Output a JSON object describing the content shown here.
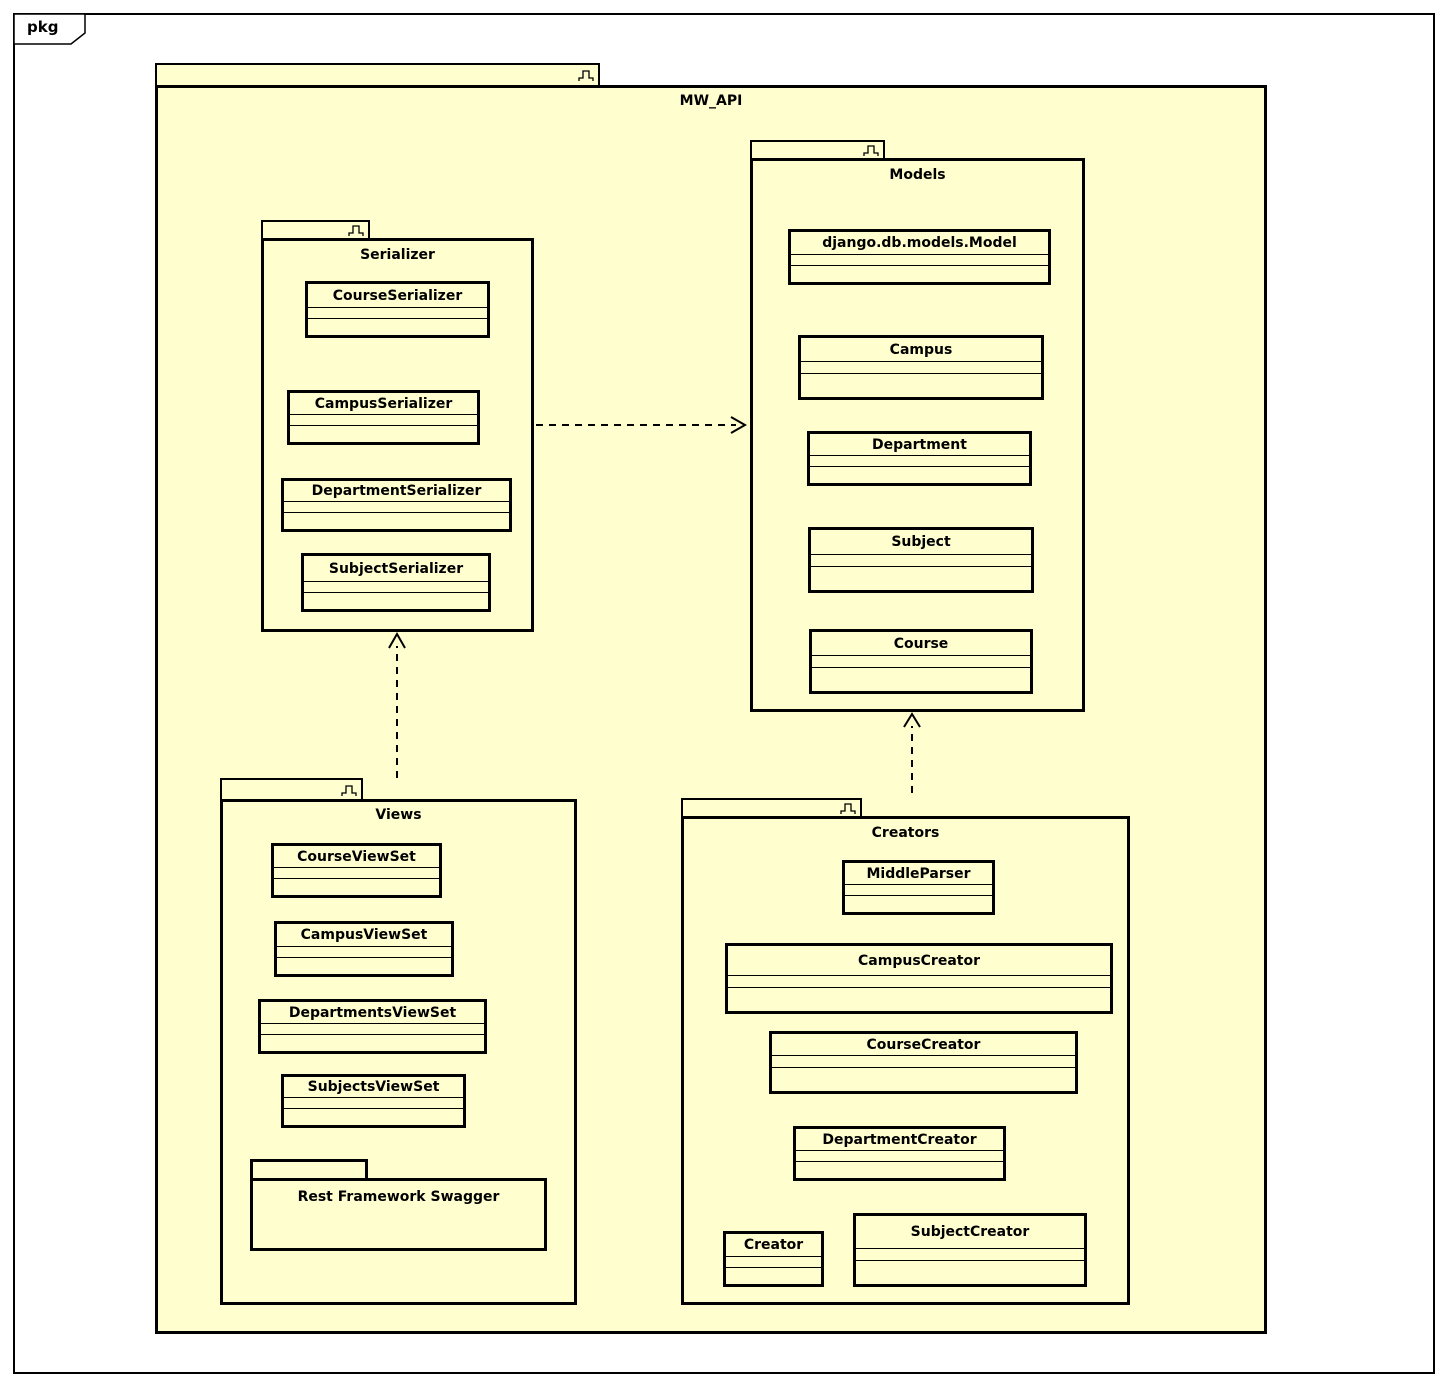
{
  "frame": {
    "label": "pkg"
  },
  "diagram_title": "MW_API",
  "icons": {
    "package_tab": "fork-icon"
  },
  "colors": {
    "package_fill": "#FEFECE",
    "border": "#000000",
    "background": "#FFFFFF"
  },
  "packages": {
    "serializer": {
      "title": "Serializer",
      "classes": [
        "CourseSerializer",
        "CampusSerializer",
        "DepartmentSerializer",
        "SubjectSerializer"
      ]
    },
    "models": {
      "title": "Models",
      "classes": [
        "django.db.models.Model",
        "Campus",
        "Department",
        "Subject",
        "Course"
      ]
    },
    "views": {
      "title": "Views",
      "classes": [
        "CourseViewSet",
        "CampusViewSet",
        "DepartmentsViewSet",
        "SubjectsViewSet"
      ],
      "subpackage": {
        "title": "Rest Framework Swagger"
      }
    },
    "creators": {
      "title": "Creators",
      "classes": [
        "MiddleParser",
        "CampusCreator",
        "CourseCreator",
        "DepartmentCreator",
        "Creator",
        "SubjectCreator"
      ]
    }
  },
  "relations": [
    {
      "from": "Serializer",
      "to": "Models",
      "style": "dashed-dependency"
    },
    {
      "from": "Views",
      "to": "Serializer",
      "style": "dashed-dependency"
    },
    {
      "from": "Creators",
      "to": "Models",
      "style": "dashed-dependency"
    }
  ]
}
